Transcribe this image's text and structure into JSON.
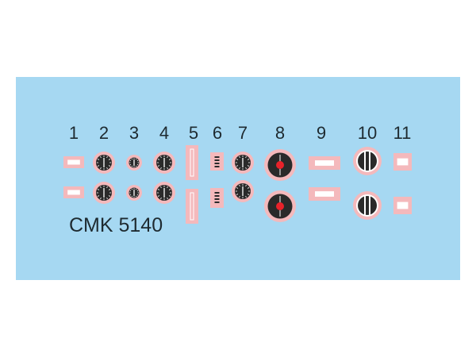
{
  "sheet": {
    "product_code": "CMK 5140",
    "item_numbers": [
      "1",
      "2",
      "3",
      "4",
      "5",
      "6",
      "7",
      "8",
      "9",
      "10",
      "11"
    ],
    "colors": {
      "background": "#a6d8f2",
      "decal_film": "#f4b9bc",
      "dial": "#2a2a2a",
      "accent": "#e8222a"
    }
  }
}
